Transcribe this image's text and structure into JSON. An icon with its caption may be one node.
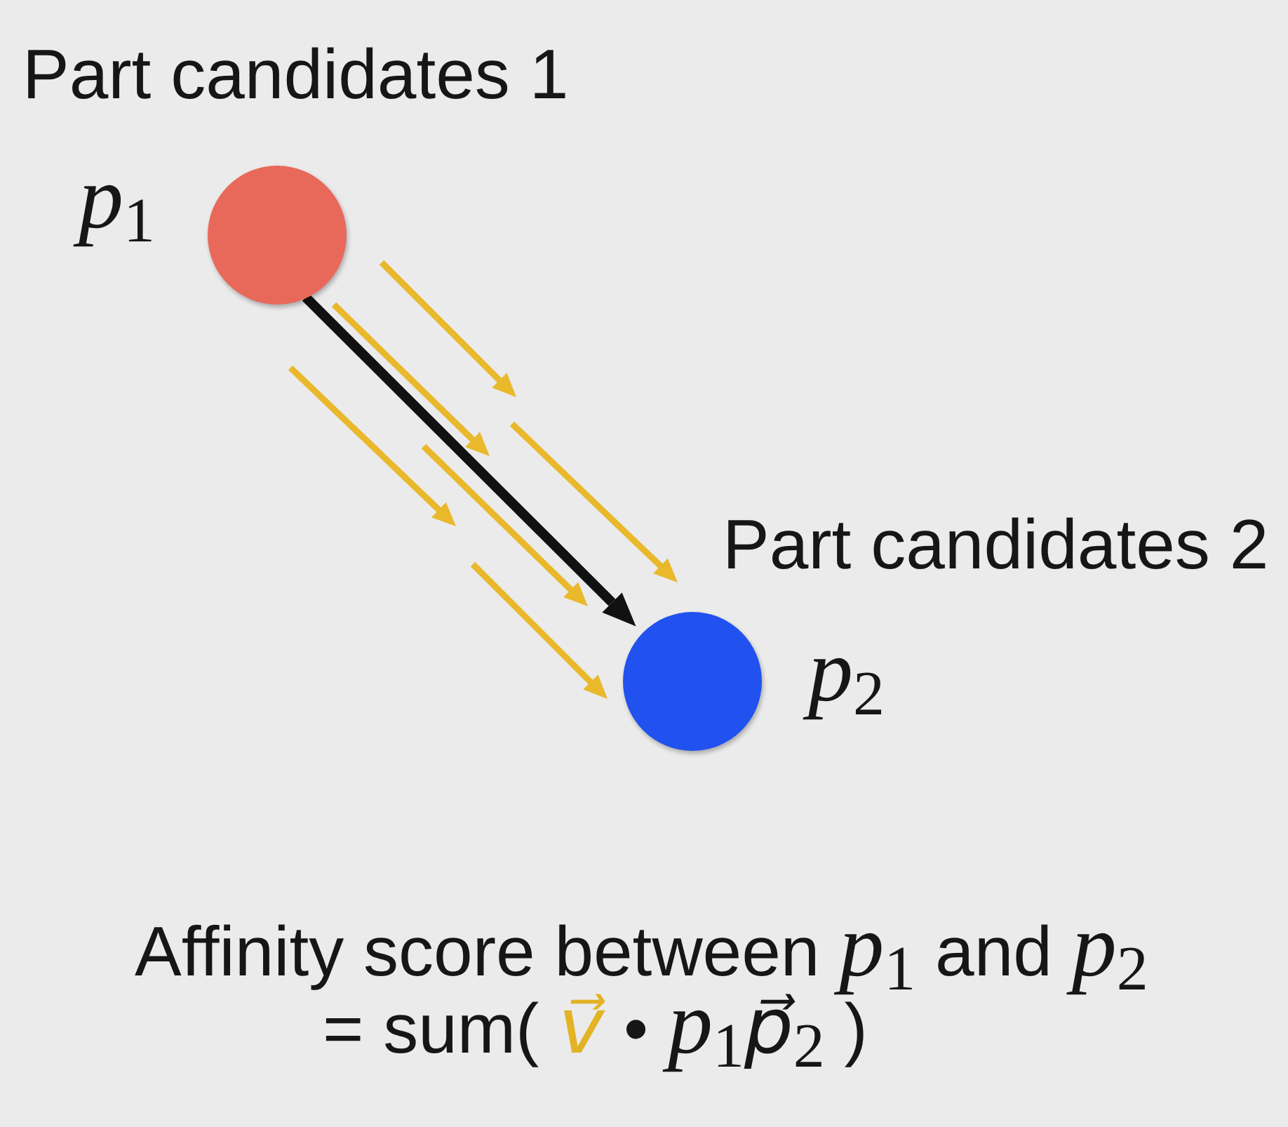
{
  "diagram": {
    "nodes": [
      {
        "text": [],
        "shape": "circle",
        "beside": [
          "Part candidates 1",
          "*p*$_{1}$"
        ]
      },
      {
        "text": [],
        "shape": "circle",
        "beside": [
          "Part candidates 2",
          "*p*$_{2}$"
        ]
      }
    ],
    "edges": [
      {
        "from": 0,
        "to": 1,
        "arrow": "to"
      }
    ],
    "labels": [
      "Affinity score between *p*$_{1}$ and *p*$_{2}$",
      "= sum( *v⃗* • *p*$_{1}$*p⃗*$_{2}$ )"
    ]
  }
}
